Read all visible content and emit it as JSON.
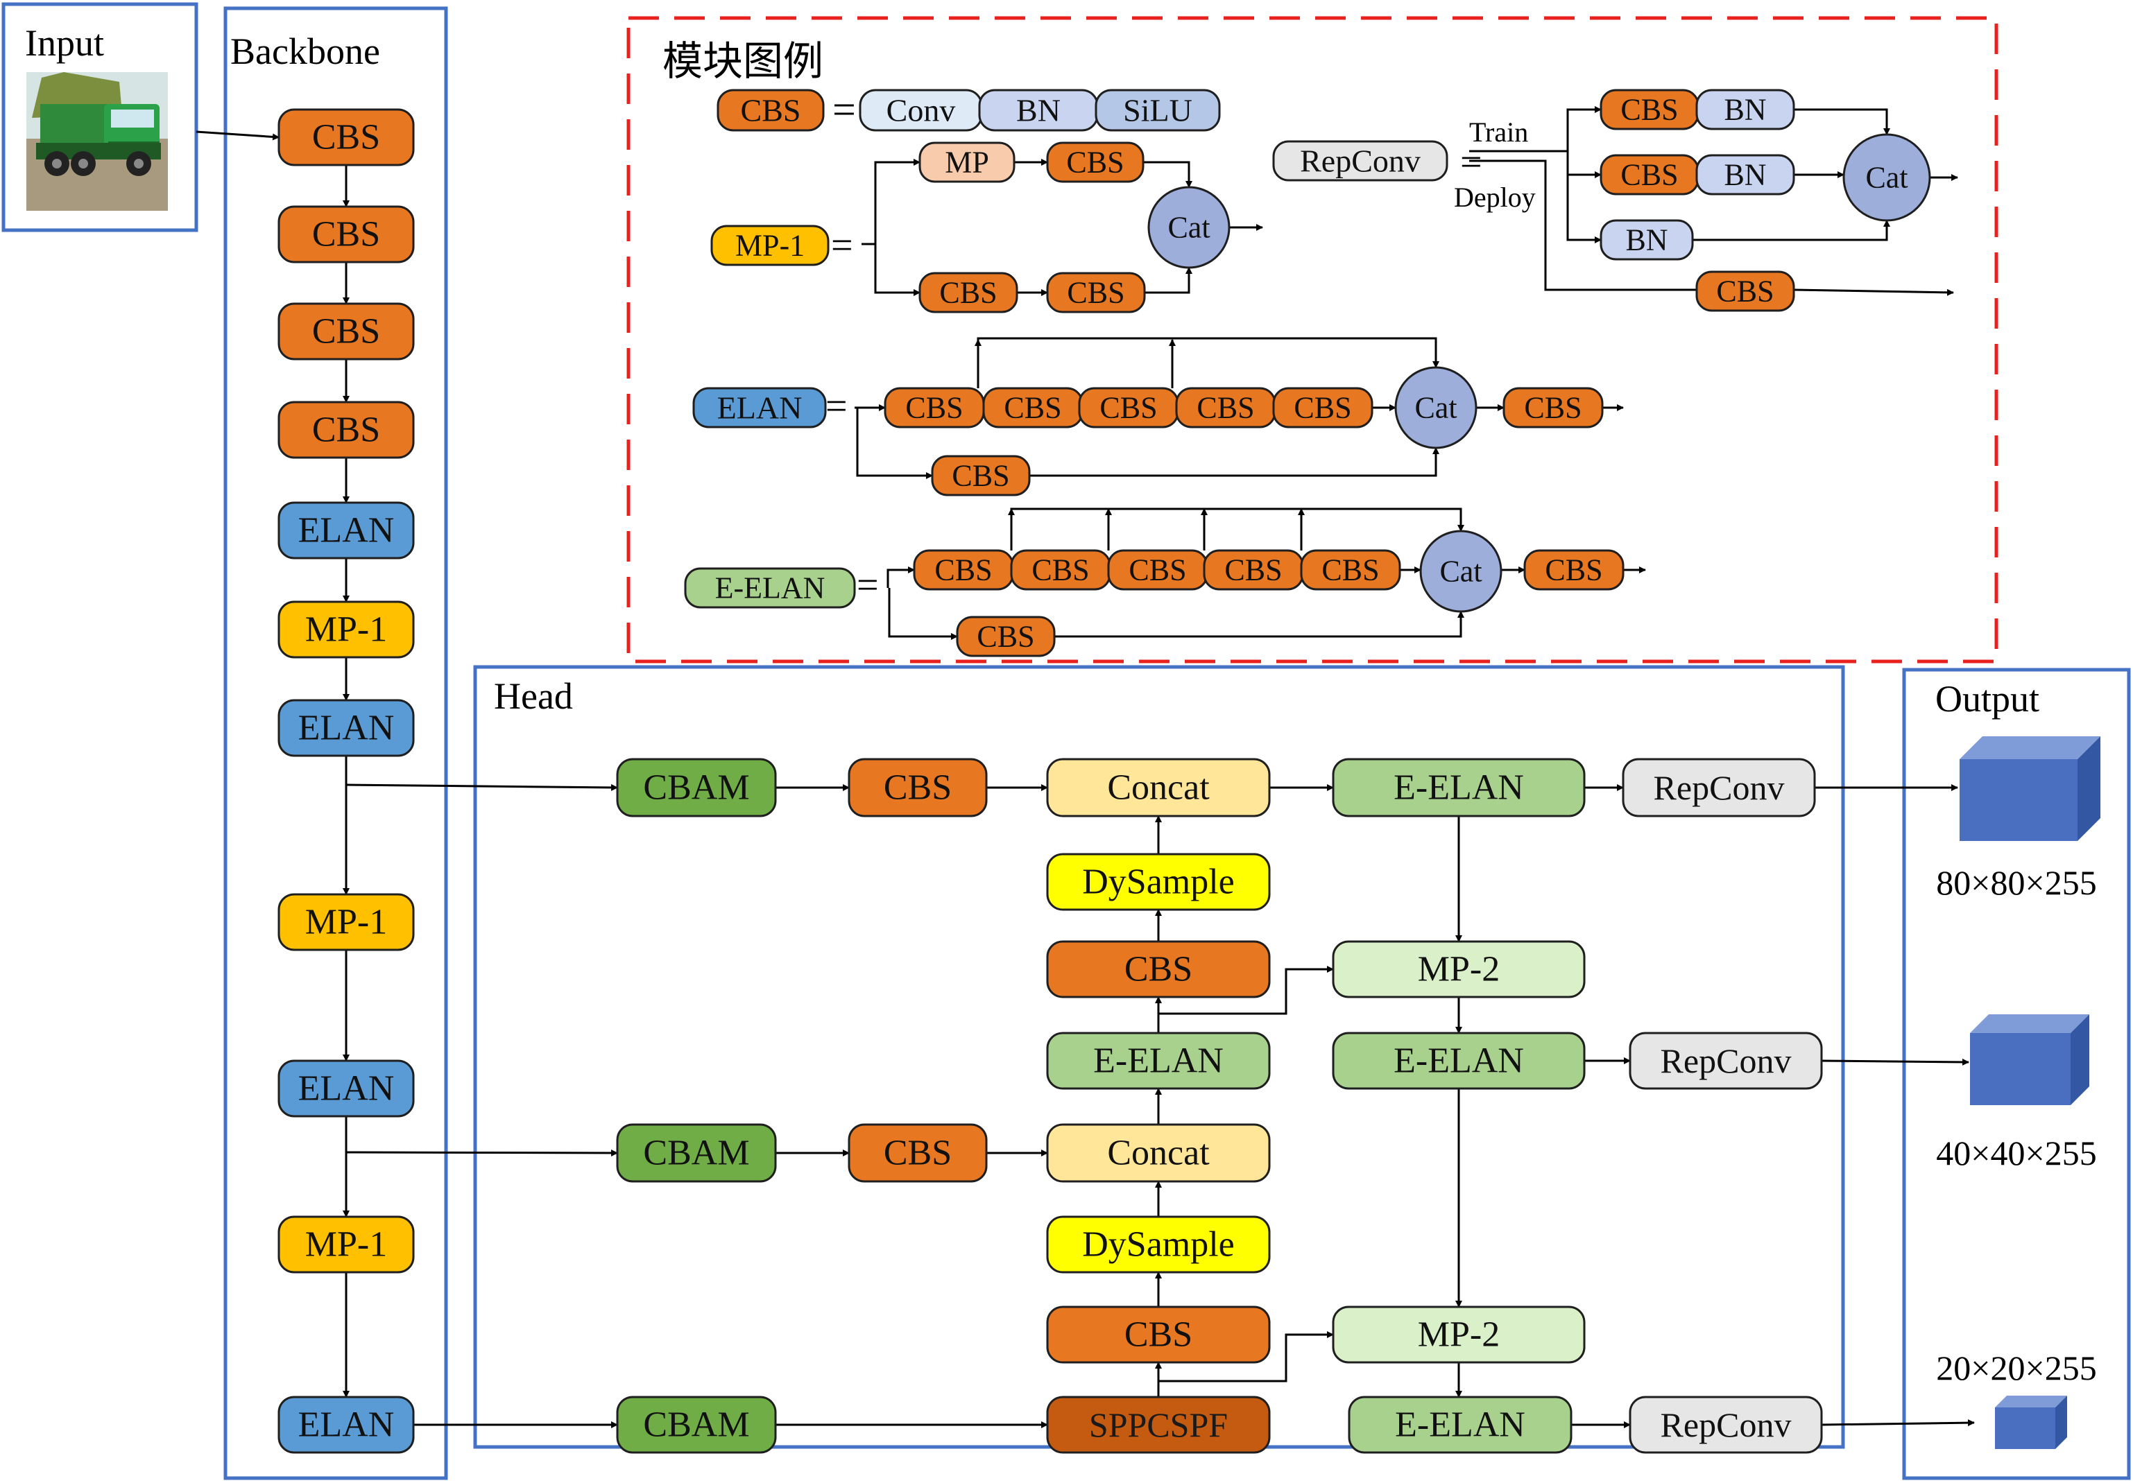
{
  "colors": {
    "cbs": "#e87722",
    "elan": "#5b9bd5",
    "mp1": "#ffc000",
    "eelan": "#a9d18e",
    "cbam": "#70ad47",
    "concat": "#ffe699",
    "dysample": "#ffff00",
    "mp2": "#d9f0c8",
    "repconv": "#e6e6e6",
    "sppcspf": "#c55a11",
    "conv": "#deebf7",
    "bn": "#c9d4f0",
    "silu": "#b4c7e7",
    "mp": "#f8cbad",
    "cat": "#9daedb",
    "panel": "#4472c4",
    "legend_border": "#e8201e",
    "cube": "#4a6fc0"
  },
  "sections": {
    "input": "Input",
    "backbone": "Backbone",
    "legend": "模块图例",
    "head": "Head",
    "output": "Output"
  },
  "backbone": [
    "CBS",
    "CBS",
    "CBS",
    "CBS",
    "ELAN",
    "MP-1",
    "ELAN",
    "MP-1",
    "ELAN",
    "MP-1",
    "ELAN"
  ],
  "legend": {
    "eq": "=",
    "cbs_def": {
      "name": "CBS",
      "parts": [
        "Conv",
        "BN",
        "SiLU"
      ]
    },
    "mp1_def": {
      "name": "MP-1",
      "mp": "MP",
      "cbs": "CBS",
      "cat": "Cat"
    },
    "repconv_def": {
      "name": "RepConv",
      "train": "Train",
      "deploy": "Deploy",
      "cbs": "CBS",
      "bn": "BN",
      "cat": "Cat"
    },
    "elan_def": {
      "name": "ELAN",
      "cbs": "CBS",
      "cat": "Cat"
    },
    "eelan_def": {
      "name": "E-ELAN",
      "cbs": "CBS",
      "cat": "Cat"
    }
  },
  "head": {
    "row1": [
      "CBAM",
      "CBS",
      "Concat",
      "E-ELAN",
      "RepConv"
    ],
    "dysample": "DySample",
    "cbs": "CBS",
    "eelan": "E-ELAN",
    "mp2": "MP-2",
    "concat": "Concat",
    "cbam": "CBAM",
    "sppcspf": "SPPCSPF",
    "repconv": "RepConv"
  },
  "outputs": [
    "80×80×255",
    "40×40×255",
    "20×20×255"
  ],
  "image": {
    "alt": "dump truck"
  }
}
